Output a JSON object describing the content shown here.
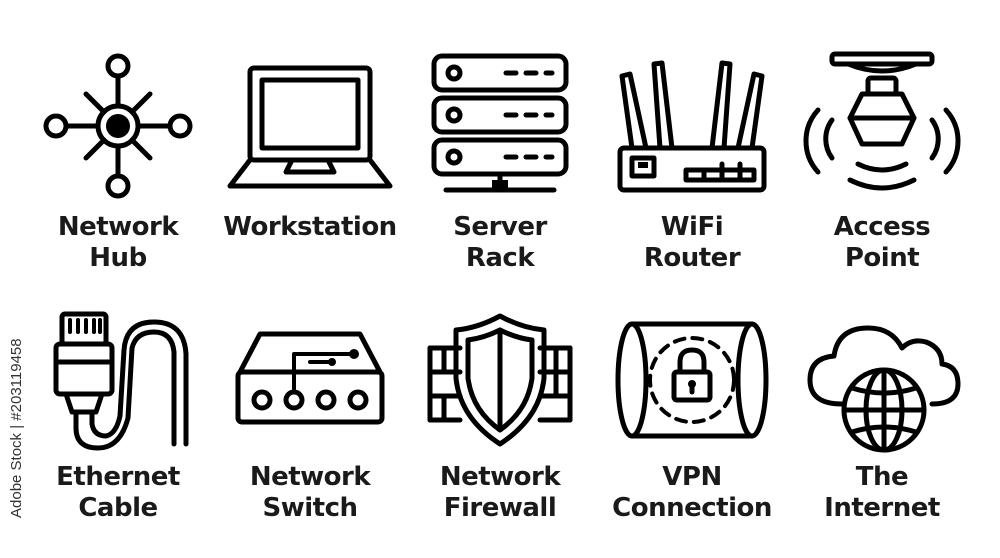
{
  "icons": [
    {
      "icon": "network-hub-icon",
      "lines": [
        "Network",
        "Hub"
      ]
    },
    {
      "icon": "workstation-icon",
      "lines": [
        "Workstation",
        ""
      ]
    },
    {
      "icon": "server-rack-icon",
      "lines": [
        "Server",
        "Rack"
      ]
    },
    {
      "icon": "wifi-router-icon",
      "lines": [
        "WiFi",
        "Router"
      ]
    },
    {
      "icon": "access-point-icon",
      "lines": [
        "Access",
        "Point"
      ]
    },
    {
      "icon": "ethernet-cable-icon",
      "lines": [
        "Ethernet",
        "Cable"
      ]
    },
    {
      "icon": "network-switch-icon",
      "lines": [
        "Network",
        "Switch"
      ]
    },
    {
      "icon": "network-firewall-icon",
      "lines": [
        "Network",
        "Firewall"
      ]
    },
    {
      "icon": "vpn-connection-icon",
      "lines": [
        "VPN",
        "Connection"
      ]
    },
    {
      "icon": "internet-icon",
      "lines": [
        "The",
        "Internet"
      ]
    }
  ],
  "stock_id": "Adobe Stock | #203119458",
  "colors": {
    "stroke": "#000000",
    "background": "#ffffff",
    "text": "#1a1a1a"
  }
}
